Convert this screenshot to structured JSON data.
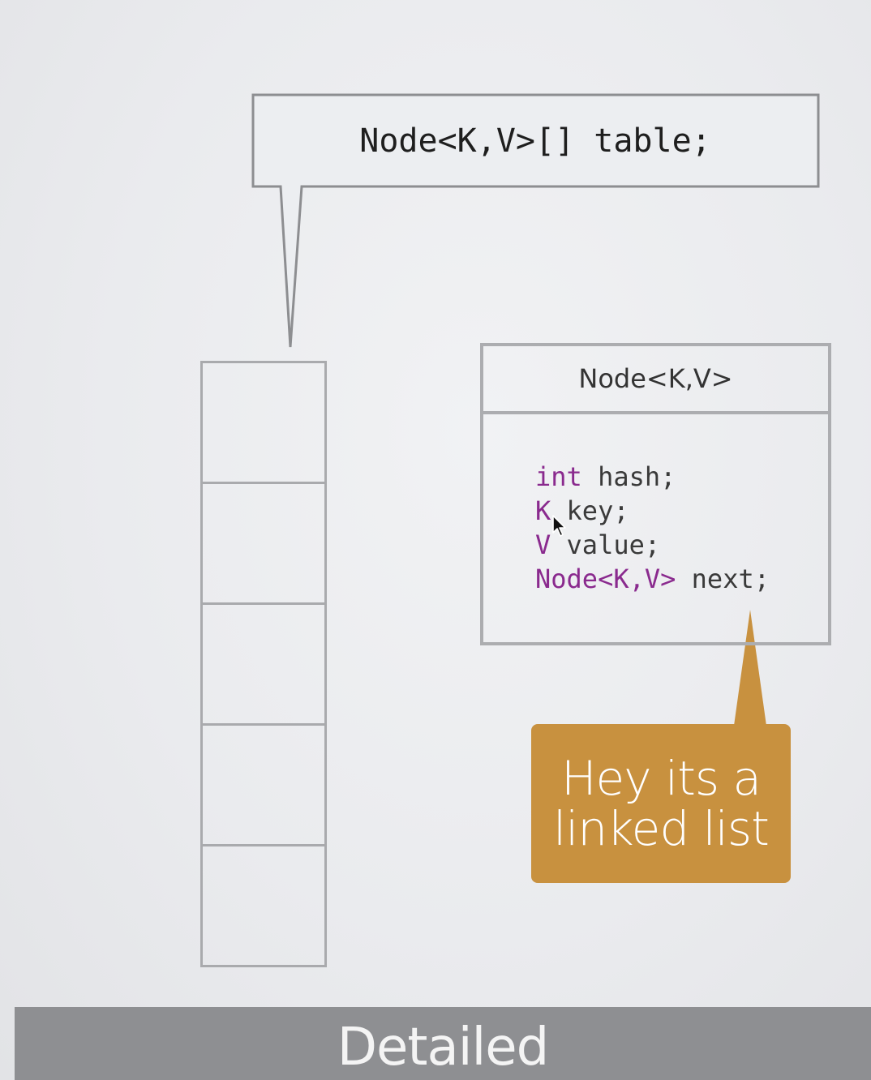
{
  "callout": {
    "code": "Node<K,V>[] table;"
  },
  "array": {
    "cell_count": 5
  },
  "node_class": {
    "title": "Node<K,V>",
    "fields": [
      {
        "type": "int",
        "name": "hash;"
      },
      {
        "type": "K",
        "name": "key;"
      },
      {
        "type": "V",
        "name": "value;"
      },
      {
        "type": "Node<K,V>",
        "name": "next;"
      }
    ]
  },
  "note": {
    "line1": "Hey its a",
    "line2": "linked list",
    "color": "#c8913f"
  },
  "banner": {
    "label": "Detailed"
  },
  "colors": {
    "keyword": "#8a2a8e",
    "border": "#a9aaad",
    "banner": "#8e8f92"
  }
}
